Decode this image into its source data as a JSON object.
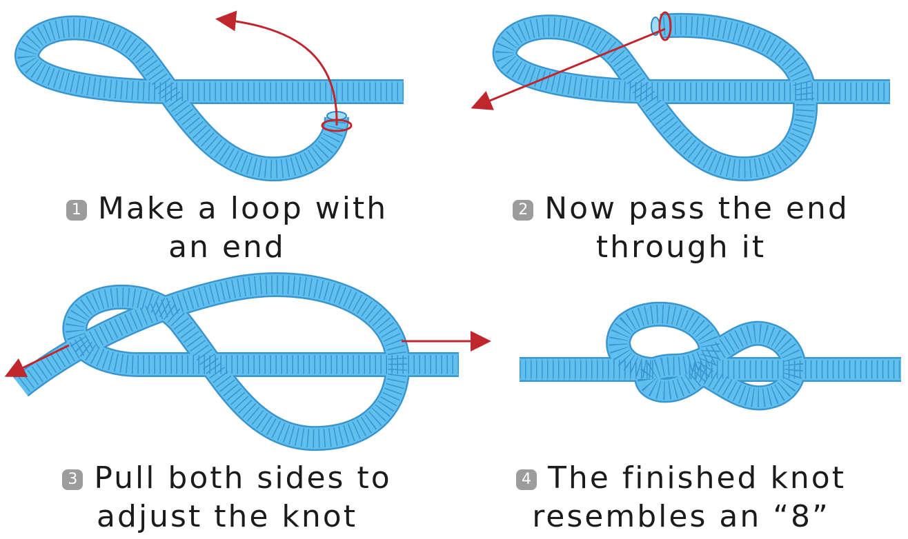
{
  "colors": {
    "rope_fill": "#5fc0ef",
    "rope_edge": "#3a95cf",
    "rope_ribs": "#2f86c4",
    "arrow": "#c0262d",
    "badge": "#9c9c9c"
  },
  "steps": [
    {
      "number": "1",
      "line1": "Make a loop with",
      "line2": "an end"
    },
    {
      "number": "2",
      "line1": "Now pass the end",
      "line2": "through it"
    },
    {
      "number": "3",
      "line1": "Pull both sides to",
      "line2": "adjust the knot"
    },
    {
      "number": "4",
      "line1": "The finished knot",
      "line2": "resembles an “8”"
    }
  ]
}
